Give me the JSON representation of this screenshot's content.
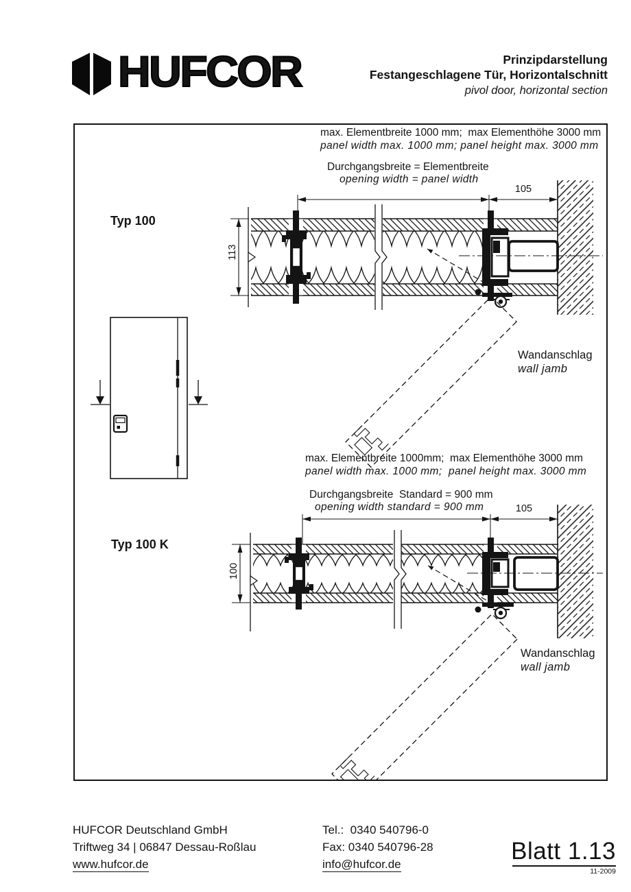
{
  "header": {
    "logo_text": "HUFCOR",
    "title_line1": "Prinzipdarstellung",
    "title_line2": "Festangeschlagene Tür, Horizontalschnitt",
    "title_line3": "pivol door, horizontal section"
  },
  "drawing_frame": {
    "section1": {
      "type_label": "Typ 100",
      "note_width_de": "max. Elementbreite 1000 mm;  max Elementhöhe 3000 mm",
      "note_width_en": "panel width max. 1000 mm; panel height max. 3000 mm",
      "note_opening_de": "Durchgangsbreite = Elementbreite",
      "note_opening_en": "opening width = panel width",
      "dim_jamb_width": "105",
      "dim_panel_thickness": "113",
      "wall_jamb_de": "Wandanschlag",
      "wall_jamb_en": "wall jamb"
    },
    "section2": {
      "type_label": "Typ 100 K",
      "note_width_de": "max. Elementbreite 1000mm;  max Elementhöhe 3000 mm",
      "note_width_en": "panel width max. 1000 mm;  panel height max. 3000 mm",
      "note_opening_de": "Durchgangsbreite  Standard = 900 mm",
      "note_opening_en": "opening width standard = 900 mm",
      "dim_jamb_width": "105",
      "dim_panel_thickness": "100",
      "wall_jamb_de": "Wandanschlag",
      "wall_jamb_en": "wall jamb"
    }
  },
  "footer": {
    "company": "HUFCOR Deutschland GmbH",
    "address": "Triftweg 34 | 06847 Dessau-Roßlau",
    "website": "www.hufcor.de",
    "tel": "Tel.:  0340 540796-0",
    "fax": "Fax: 0340 540796-28",
    "email": "info@hufcor.de",
    "sheet": "Blatt 1.13",
    "date": "11-2009"
  }
}
